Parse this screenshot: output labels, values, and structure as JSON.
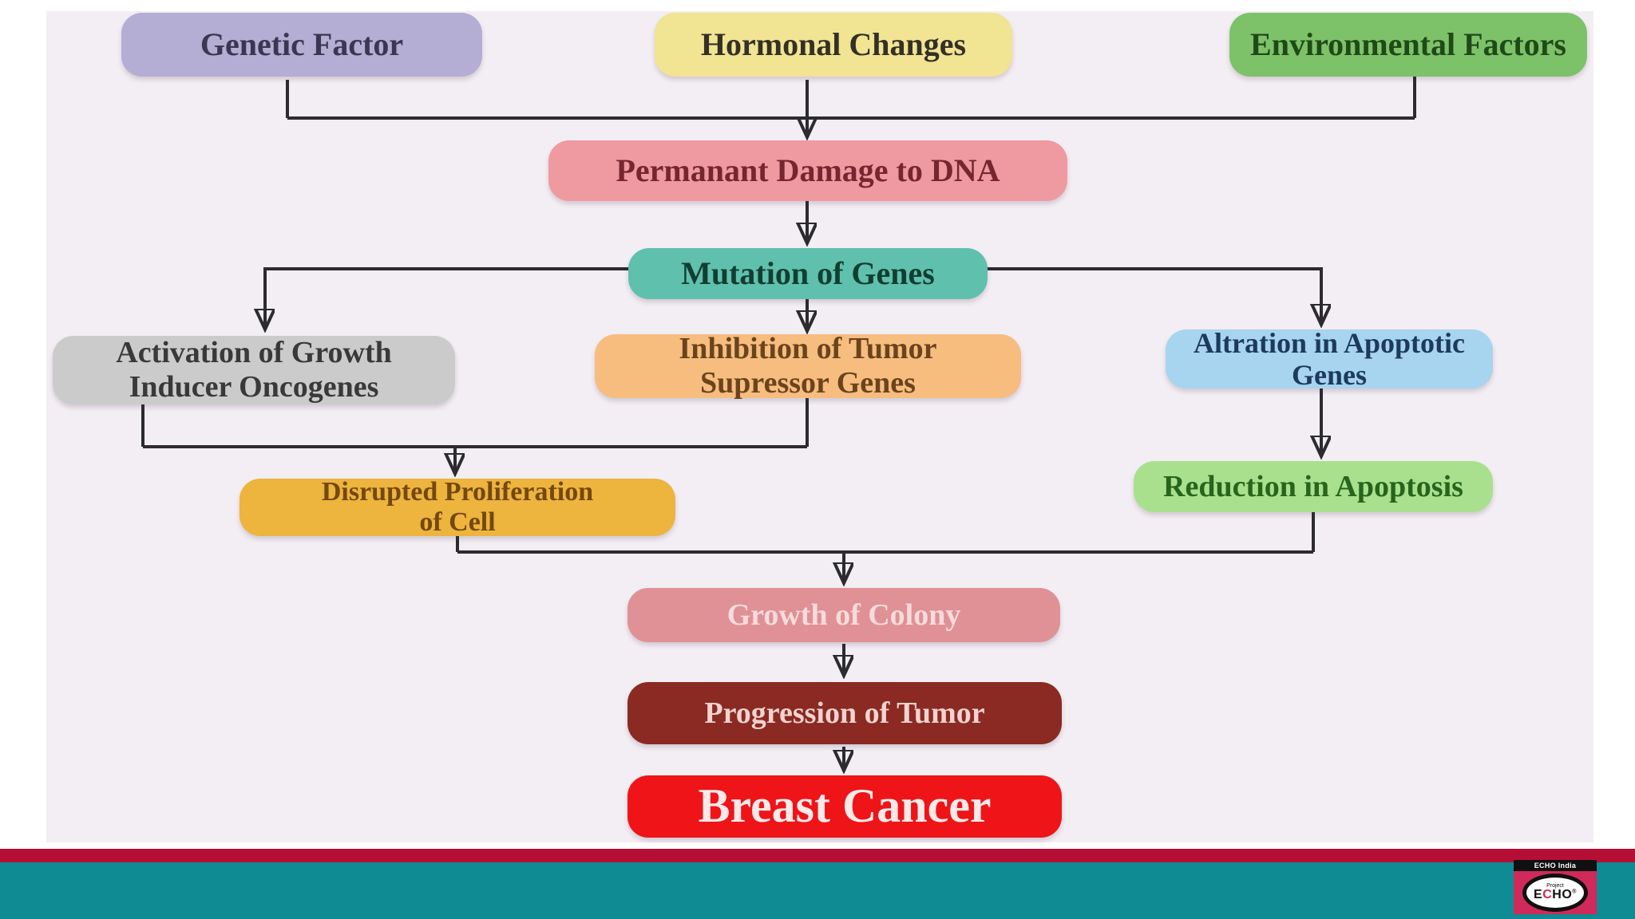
{
  "slide": {
    "background": "#ffffff",
    "diagram_bg": "#f3eef3",
    "connector_color": "#2b2b30"
  },
  "flowchart": {
    "nodes": [
      {
        "id": "genetic-factor",
        "label": "Genetic Factor",
        "bg": "#b4add4",
        "text": "#3b3752"
      },
      {
        "id": "hormonal-changes",
        "label": "Hormonal Changes",
        "bg": "#f1e492",
        "text": "#343026"
      },
      {
        "id": "environmental-factors",
        "label": "Environmental Factors",
        "bg": "#7dc269",
        "text": "#1f4a18"
      },
      {
        "id": "permanant-damage-dna",
        "label": "Permanant Damage to DNA",
        "bg": "#ef9aa0",
        "text": "#76262e"
      },
      {
        "id": "mutation-of-genes",
        "label": "Mutation of Genes",
        "bg": "#5fc0ad",
        "text": "#123e32"
      },
      {
        "id": "activation-oncogenes",
        "label": "Activation of Growth\nInducer Oncogenes",
        "bg": "#cccbcb",
        "text": "#393939"
      },
      {
        "id": "inhibition-suppressor",
        "label": "Inhibition of Tumor\nSupressor Genes",
        "bg": "#f6bd7f",
        "text": "#6b431c"
      },
      {
        "id": "altration-apoptotic",
        "label": "Altration in Apoptotic\nGenes",
        "bg": "#a7d4ef",
        "text": "#1d3a5e"
      },
      {
        "id": "disrupted-proliferation",
        "label": "Disrupted Proliferation\nof Cell",
        "bg": "#edb43e",
        "text": "#74480e"
      },
      {
        "id": "reduction-apoptosis",
        "label": "Reduction in Apoptosis",
        "bg": "#a9e08d",
        "text": "#27641c"
      },
      {
        "id": "growth-of-colony",
        "label": "Growth of Colony",
        "bg": "#df9195",
        "text": "#f6dbdb"
      },
      {
        "id": "progression-of-tumor",
        "label": "Progression of Tumor",
        "bg": "#8a2a22",
        "text": "#f2d3cf"
      },
      {
        "id": "breast-cancer",
        "label": "Breast Cancer",
        "bg": "#ee1418",
        "text": "#fbe9e9"
      }
    ]
  },
  "footer": {
    "stripe_color": "#b60f35",
    "bar_color": "#0e8b93"
  },
  "logo": {
    "top_label": "ECHO India",
    "project": "Project",
    "letters": {
      "l1": "E",
      "l2": "C",
      "l3": "H",
      "l4": "O"
    },
    "registered": "®",
    "bg": "#d02a5a",
    "accent": "#cf2a52"
  }
}
